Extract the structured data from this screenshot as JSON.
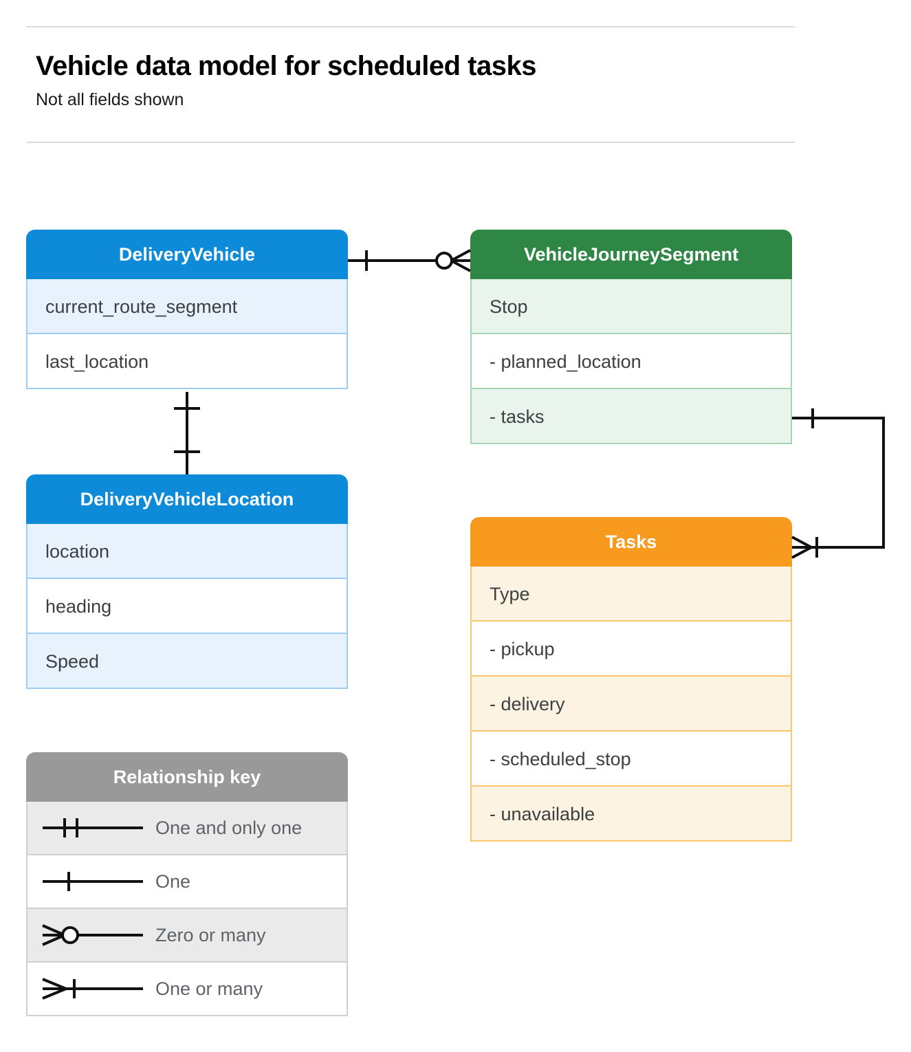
{
  "header": {
    "title": "Vehicle data model for scheduled tasks",
    "subtitle": "Not all fields shown"
  },
  "colors": {
    "blue": "#0d8bd9",
    "green": "#2f8746",
    "orange": "#f89a1e",
    "gray": "#999999",
    "connector": "#111111",
    "rule": "#dadce0"
  },
  "entities": [
    {
      "id": "delivery-vehicle",
      "title": "DeliveryVehicle",
      "theme": "blue",
      "rows": [
        "current_route_segment",
        "last_location"
      ]
    },
    {
      "id": "vehicle-journey-segment",
      "title": "VehicleJourneySegment",
      "theme": "green",
      "rows": [
        "Stop",
        "-  planned_location",
        "- tasks"
      ]
    },
    {
      "id": "delivery-vehicle-location",
      "title": "DeliveryVehicleLocation",
      "theme": "blue",
      "rows": [
        "location",
        "heading",
        "Speed"
      ]
    },
    {
      "id": "tasks",
      "title": "Tasks",
      "theme": "orange",
      "rows": [
        "Type",
        "-  pickup",
        "-  delivery",
        "-  scheduled_stop",
        "-  unavailable"
      ]
    }
  ],
  "legend": {
    "title": "Relationship key",
    "items": [
      {
        "symbol": "one-and-only-one",
        "label": "One and only one"
      },
      {
        "symbol": "one",
        "label": "One"
      },
      {
        "symbol": "zero-or-many",
        "label": "Zero or many"
      },
      {
        "symbol": "one-or-many",
        "label": "One or many"
      }
    ]
  },
  "relationships": [
    {
      "id": "vehicle-to-journey-segment",
      "from": "DeliveryVehicle",
      "to": "VehicleJourneySegment",
      "from_cardinality": "one",
      "to_cardinality": "zero-or-many"
    },
    {
      "id": "vehicle-to-vehicle-location",
      "from": "DeliveryVehicle",
      "to": "DeliveryVehicleLocation",
      "from_cardinality": "one",
      "to_cardinality": "one"
    },
    {
      "id": "journey-segment-tasks-to-tasks",
      "from": "VehicleJourneySegment.tasks",
      "to": "Tasks",
      "from_cardinality": "one",
      "to_cardinality": "one-or-many"
    }
  ]
}
